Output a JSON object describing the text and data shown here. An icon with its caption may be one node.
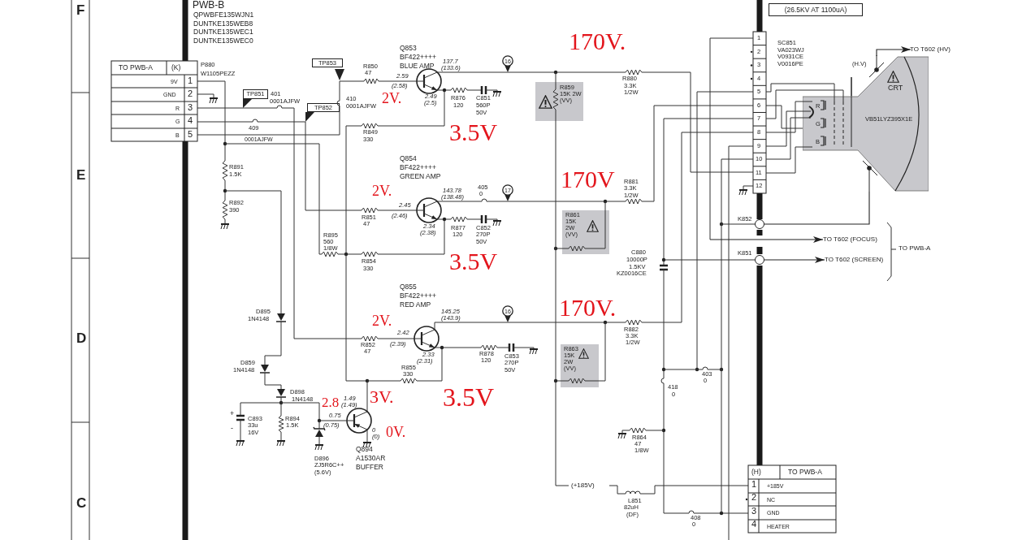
{
  "diagram": {
    "nodes": [
      {
        "text": [
          "TP853"
        ]
      },
      {
        "text": [
          "TP851"
        ]
      },
      {
        "text": [
          "TP852"
        ]
      },
      {
        "text": [
          "16"
        ]
      },
      {
        "text": [
          "R859 15K 2W (VV)"
        ]
      },
      {
        "text": [
          "17"
        ]
      },
      {
        "text": [
          "R861 15K 2W (VV)"
        ]
      },
      {
        "text": [
          "16"
        ]
      },
      {
        "text": [
          "R863 15K 2W (VV)"
        ]
      },
      {
        "text": [
          "(26.5KV AT 1100uA)"
        ]
      },
      {
        "text": [
          "CRT",
          "R",
          "G",
          "B",
          "VB51LYZ395X1E"
        ],
        "beside": [
          "(H.V)"
        ]
      },
      {
        "text": [
          "TO T602 (HV)"
        ]
      },
      {
        "text": [],
        "shape": "circle",
        "beside": [
          "K852"
        ]
      },
      {
        "text": [
          "TO T602 (FOCUS)"
        ]
      },
      {
        "text": [],
        "shape": "circle",
        "beside": [
          "K851"
        ]
      },
      {
        "text": [
          "TO T602 (SCREEN)"
        ]
      }
    ],
    "edges": [
      {
        "from": 10,
        "to": 11,
        "arrow": "to"
      },
      {
        "from": null,
        "to": 13,
        "arrow": "to"
      },
      {
        "from": 14,
        "to": 15,
        "arrow": "to"
      },
      {
        "from": 12,
        "to": 10,
        "arrow": "none"
      }
    ],
    "labels": [
      "F",
      "PWB-B",
      "QPWBFE135WJN1",
      "DUNTKE135WEB8",
      "DUNTKE135WEC1",
      "DUNTKE135WEC0",
      "TO PWB-A",
      "(K)",
      "P880",
      "W1105PEZZ",
      "9V",
      "1",
      "GND",
      "2",
      "R",
      "3",
      "G",
      "4",
      "B",
      "5",
      "R850",
      "47",
      "Q853",
      "BF422++++",
      "BLUE AMP",
      "170V.",
      "137.7",
      "(133.6)",
      "SC851",
      "VA023WJ",
      "V0931CE",
      "V0016PE",
      "401",
      "0001AJFW",
      "2.59",
      "(2.58)",
      "410",
      "0001AJFW",
      "2V.",
      "2.49",
      "(2.5)",
      "R876",
      "120",
      "C851",
      "560P",
      "50V",
      "R880",
      "3.3K",
      "1/2W",
      "409",
      "0001AJFW",
      "R849",
      "330",
      "3.5V",
      "R891",
      "1.5K",
      "E",
      "Q854",
      "BF422++++",
      "GREEN AMP",
      "2V.",
      "405",
      "0",
      "170V",
      "R881",
      "3.3K",
      "1/2W",
      "143.78",
      "(138.48)",
      "2.45",
      "R892",
      "390",
      "(2.46)",
      "R851",
      "47",
      "2.34",
      "(2.38)",
      "R877",
      "120",
      "C852",
      "270P",
      "50V",
      "R895",
      "560",
      "1/8W",
      "C880",
      "10000P",
      "1.5KV",
      "KZ0016CE",
      "TO PWB-A",
      "R854",
      "330",
      "3.5V",
      "Q855",
      "BF422++++",
      "RED AMP",
      "170V.",
      "D895",
      "1N4148",
      "2V.",
      "145.25",
      "(143.9)",
      "R882",
      "2.42",
      "3.3K",
      "1/2W",
      "(2.39)",
      "R852",
      "47",
      "2.33",
      "R878",
      "C853",
      "(2.31)",
      "120",
      "270P",
      "D859",
      "1N4148",
      "R855",
      "50V",
      "403",
      "330",
      "0",
      "3.5V",
      "418",
      "3V.",
      "D898",
      "0",
      "1.49",
      "1N4148",
      "2.8",
      "(1.49)",
      "0.75",
      "C893",
      "R894",
      "+",
      "(0.75)",
      "33u",
      "1.5K",
      "0V.",
      "0",
      "16V",
      "-",
      "R864",
      "(0)",
      "47",
      "Q894",
      "1/8W",
      "A1530AR",
      "D896",
      "BUFFER",
      "ZJ5R6C++",
      "(H)",
      "TO PWB-A",
      "(5.6V)",
      "1",
      "+185V",
      "(+185V)",
      "2",
      "NC",
      "L851",
      "C",
      "82uH",
      "3",
      "GND",
      "(DF)",
      "408",
      "0",
      "4",
      "HEATER",
      "D",
      "1",
      "2",
      "3",
      "4",
      "5",
      "6",
      "7",
      "8",
      "9",
      "10",
      "11",
      "12"
    ]
  }
}
